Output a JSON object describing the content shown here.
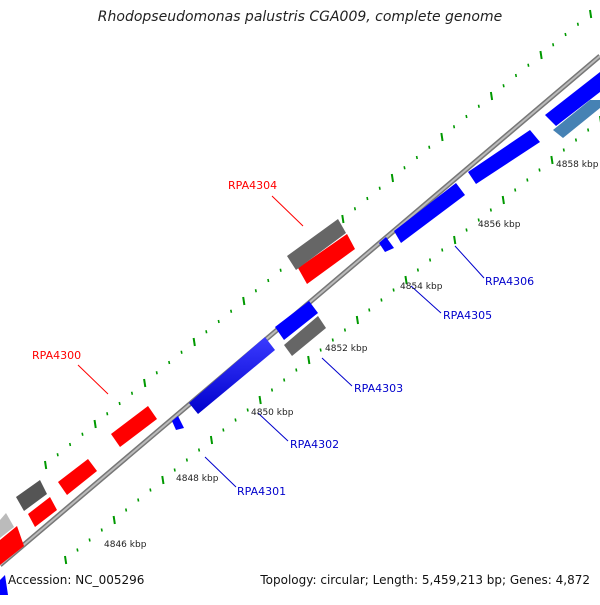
{
  "title": "Rhodopseudomonas palustris CGA009, complete genome",
  "footer": {
    "accession": "Accession: NC_005296",
    "summary": "Topology: circular; Length: 5,459,213 bp; Genes: 4,872"
  },
  "colors": {
    "forward_gene": "#ff0000",
    "reverse_gene": "#0000ff",
    "other_feature": "#666666",
    "label_forward": "#ff0000",
    "label_reverse": "#0000cc",
    "tick": "#009900",
    "backbone": "#999999"
  },
  "kbp_labels": [
    "4846 kbp",
    "4848 kbp",
    "4850 kbp",
    "4852 kbp",
    "4854 kbp",
    "4856 kbp",
    "4858 kbp"
  ],
  "gene_labels": [
    "RPA4300",
    "RPA4301",
    "RPA4302",
    "RPA4303",
    "RPA4304",
    "RPA4305",
    "RPA4306"
  ]
}
